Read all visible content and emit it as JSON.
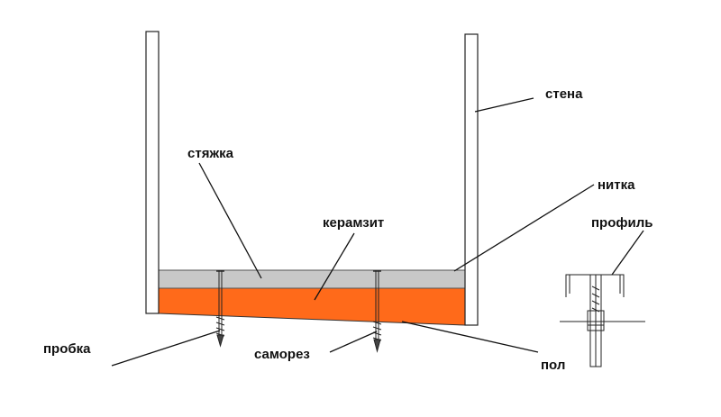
{
  "labels": {
    "wall": "стена",
    "screed": "стяжка",
    "thread": "нитка",
    "clay": "керамзит",
    "profile": "профиль",
    "plug": "пробка",
    "screw": "саморез",
    "floor": "пол"
  },
  "colors": {
    "screed": "#c8c8c8",
    "clay": "#ff6a1a",
    "wall": "#ffffff",
    "line": "#111111"
  }
}
